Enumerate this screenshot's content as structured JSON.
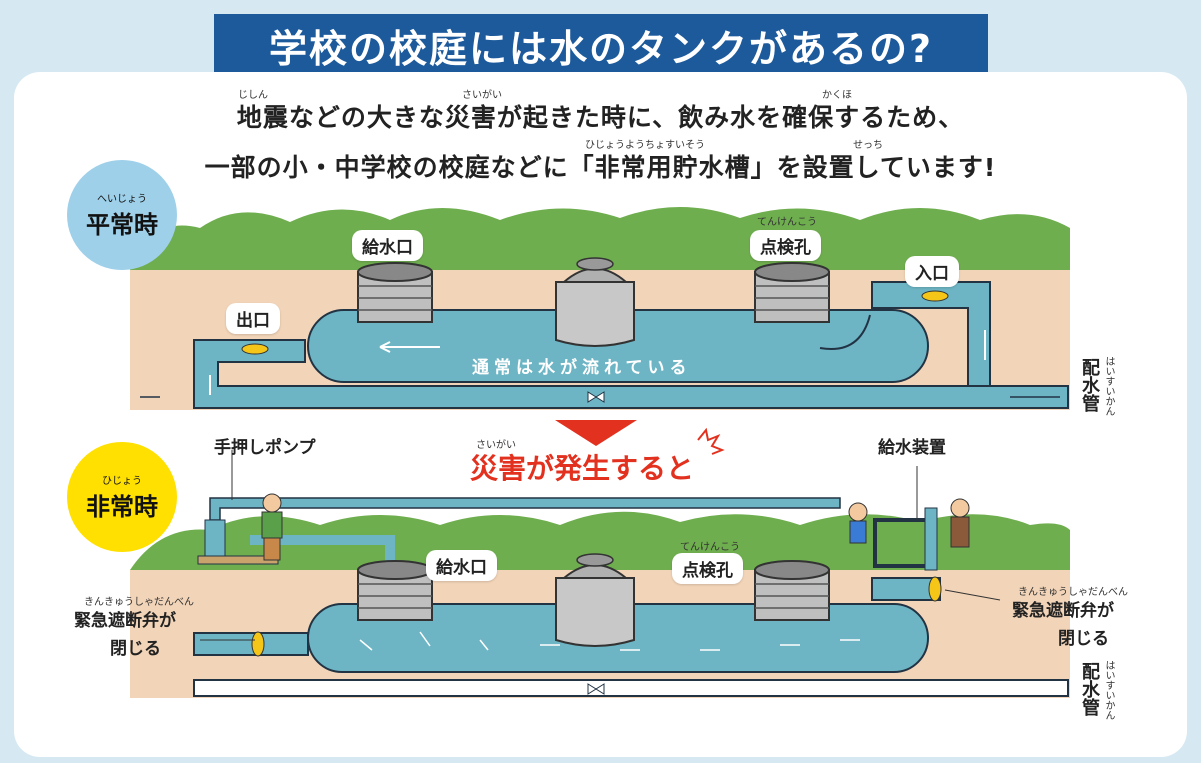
{
  "title": "学校の校庭には水のタンクがあるの?",
  "intro": {
    "line1": "地震などの大きな災害が起きた時に、飲み水を確保するため、",
    "line2": "一部の小・中学校の校庭などに「非常用貯水槽」を設置しています!",
    "ruby_jishin": "じしん",
    "ruby_saigai": "さいがい",
    "ruby_kakuho": "かくほ",
    "ruby_hijouyou": "ひじょうようちょすいそう",
    "ruby_secchi": "せっち"
  },
  "normal": {
    "badge_ruby": "へいじょう",
    "badge": "平常時",
    "inlet_label": "給水口",
    "inspection_ruby": "てんけんこう",
    "inspection_label": "点検孔",
    "entrance_label": "入口",
    "exit_label": "出口",
    "flow_text": "通常は水が流れている",
    "pipe_label": "配水管",
    "pipe_ruby": "はいすいかん"
  },
  "transition": {
    "ruby": "さいがい",
    "text": "災害が発生すると"
  },
  "emergency": {
    "badge_ruby": "ひじょう",
    "badge": "非常時",
    "pump_label": "手押しポンプ",
    "supply_device_label": "給水装置",
    "inlet_label": "給水口",
    "inspection_ruby": "てんけんこう",
    "inspection_label": "点検孔",
    "valve_ruby": "きんきゅうしゃだんべん",
    "valve_label_line1": "緊急遮断弁が",
    "valve_label_line2": "閉じる",
    "pipe_label": "配水管",
    "pipe_ruby": "はいすいかん"
  },
  "colors": {
    "title_bg": "#1c5a9c",
    "water": "#6db5c4",
    "ground": "#f2d4b8",
    "grass": "#6fae4f",
    "normal_badge": "#9fd0ea",
    "emergency_badge": "#ffe000",
    "alert": "#e2321f"
  }
}
